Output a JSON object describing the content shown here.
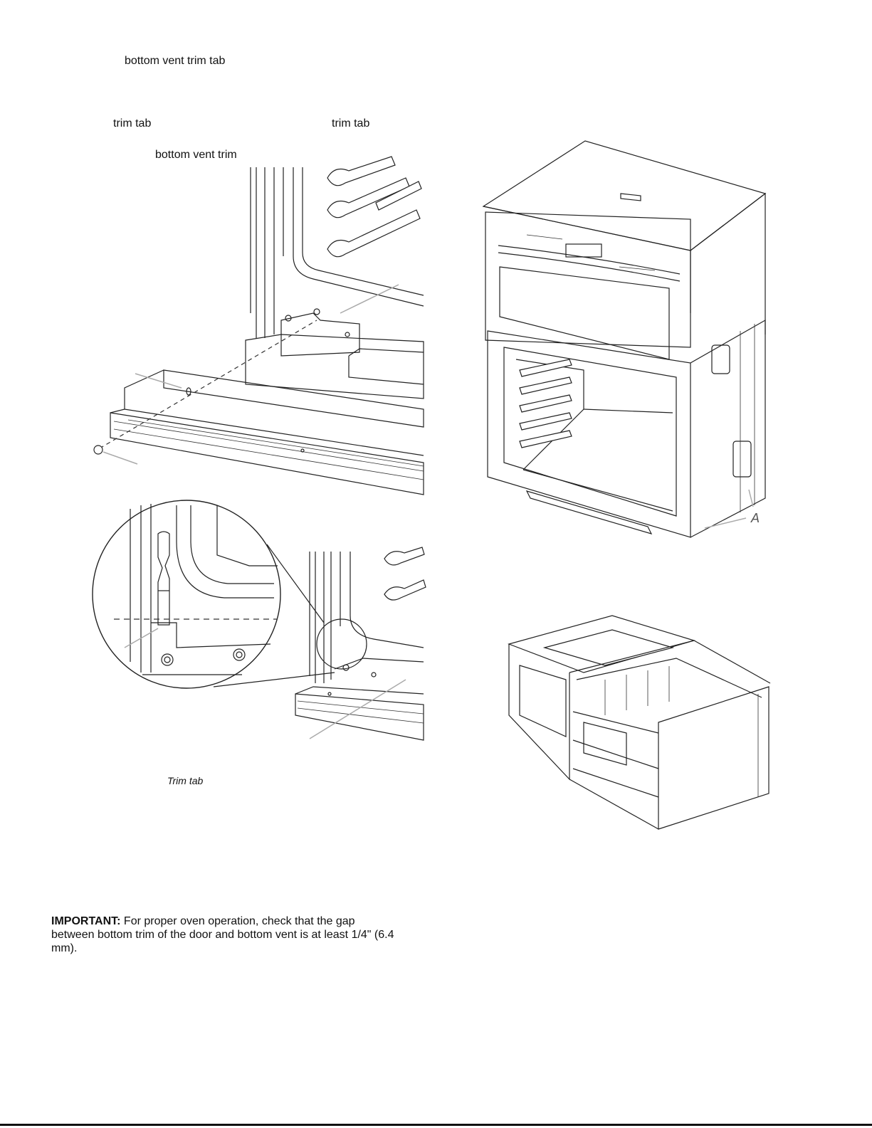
{
  "labels": {
    "bottom_vent_trim_tab": "bottom vent trim tab",
    "trim_tab_left": "trim tab",
    "trim_tab_right": "trim tab",
    "bottom_vent_trim": "bottom vent trim",
    "trim_tab_caption": "Trim tab",
    "callout_a": "A"
  },
  "important": {
    "heading": "IMPORTANT:",
    "body": "For proper oven operation, check that the gap between bottom trim of the door and bottom vent is at least 1/4\" (6.4 mm)."
  }
}
